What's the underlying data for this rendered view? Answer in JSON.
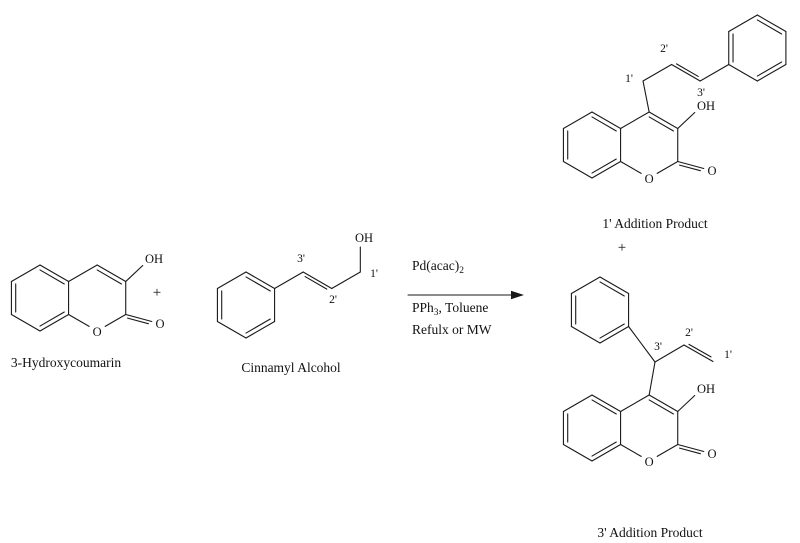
{
  "scheme": {
    "reactant_coumarin": {
      "name": "3-Hydroxycoumarin",
      "ring_o": "O",
      "carbonyl_o": "O",
      "hydroxyl": "OH"
    },
    "plus_reactants": "+",
    "reactant_cinnamyl": {
      "name": "Cinnamyl Alcohol",
      "hydroxyl": "OH",
      "pos1": "1'",
      "pos2": "2'",
      "pos3": "3'"
    },
    "conditions": {
      "catalyst": "Pd(acac)",
      "catalyst_sub": "2",
      "reagents_main": "PPh",
      "reagents_sub": "3",
      "reagents_rest": ", Toluene",
      "conditions_line": "Refulx or MW"
    },
    "product1": {
      "name": "1' Addition Product",
      "ring_o": "O",
      "carbonyl_o": "O",
      "hydroxyl": "OH",
      "pos1": "1'",
      "pos2": "2'",
      "pos3": "3'"
    },
    "plus_products": "+",
    "product2": {
      "name": "3' Addition Product",
      "ring_o": "O",
      "carbonyl_o": "O",
      "hydroxyl": "OH",
      "pos1": "1'",
      "pos2": "2'",
      "pos3": "3'"
    }
  }
}
